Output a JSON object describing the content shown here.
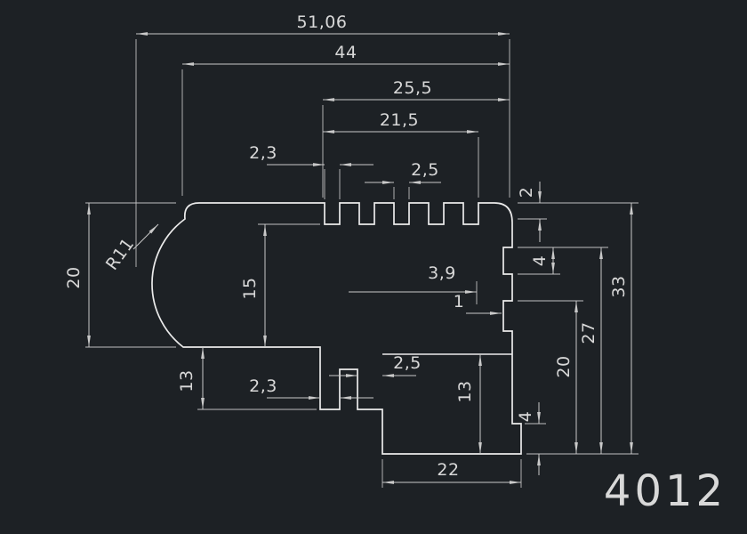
{
  "app": {
    "type": "cad-technical-drawing",
    "description": "Cross-section profile drawing with dimensions"
  },
  "colors": {
    "background": "#1d2125",
    "profile_line": "#ebebeb",
    "dimension_line": "#c9c9c9",
    "text": "#d8d8d8"
  },
  "drawing": {
    "part_number": "4012",
    "dims": {
      "w51": "51,06",
      "w44": "44",
      "w25_5": "25,5",
      "w21_5": "21,5",
      "t2_3_top": "2,3",
      "t2_5_top": "2,5",
      "h20_left": "20",
      "r11": "R11",
      "h15": "15",
      "w3_9": "3,9",
      "w1": "1",
      "h2_right": "2",
      "h4_right": "4",
      "h33": "33",
      "h27": "27",
      "h20_right": "20",
      "h13_left": "13",
      "t2_3_bottom": "2,3",
      "t2_5_bottom": "2,5",
      "h13_bottom": "13",
      "h4_bottom": "4",
      "w22": "22"
    }
  }
}
